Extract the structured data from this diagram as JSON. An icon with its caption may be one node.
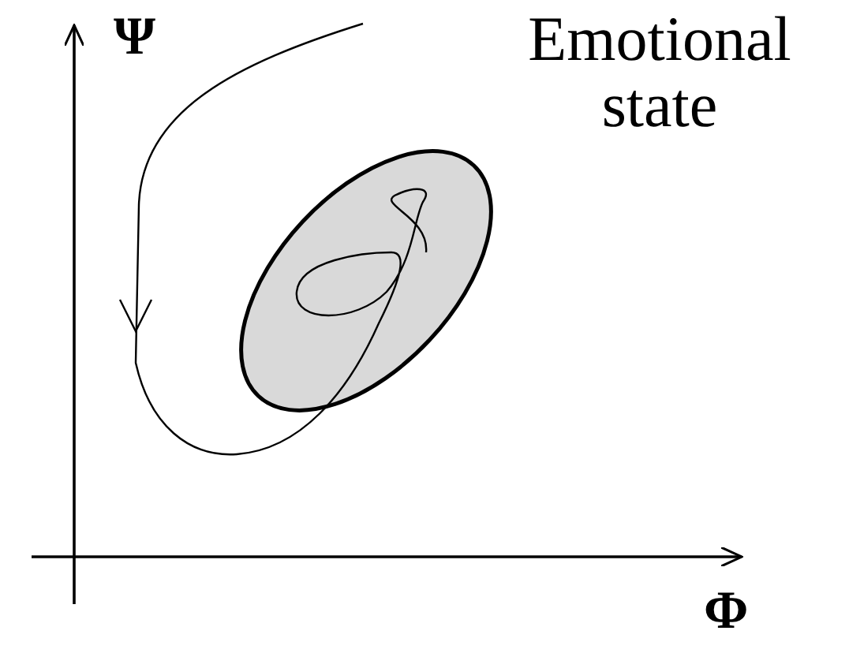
{
  "diagram": {
    "nodes": [
      {
        "text": [],
        "shape": "ellipse"
      }
    ],
    "labels": [
      "Ψ",
      "Emotional state",
      "Φ"
    ]
  }
}
